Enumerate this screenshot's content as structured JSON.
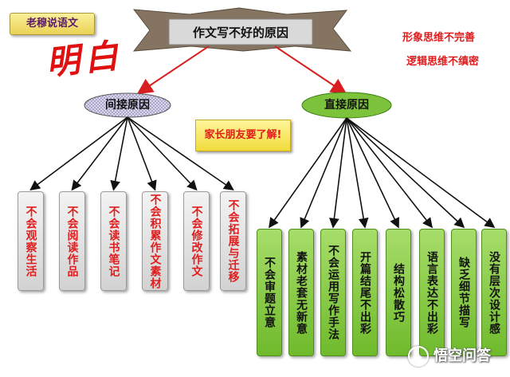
{
  "brand": "老穆说语文",
  "handwriting": "明白",
  "title": "作文写不好的原因",
  "notes": [
    "形象思维不完善",
    "逻辑思维不缜密"
  ],
  "parents_note": "家长朋友要了解!",
  "categories": {
    "indirect": {
      "label": "间接原因",
      "items": [
        "不会观察生活",
        "不会阅读作品",
        "不会读书笔记",
        "不会积累作文素材",
        "不会修改作文",
        "不会拓展与迁移"
      ]
    },
    "direct": {
      "label": "直接原因",
      "items": [
        "不会审题立意",
        "素材老套无新意",
        "不会运用写作手法",
        "开篇结尾不出彩",
        "结构松散巧",
        "语言表达不出彩",
        "缺乏细节描写",
        "没有层次设计感"
      ]
    }
  },
  "watermark": "悟空问答",
  "colors": {
    "red": "#e01b1b",
    "green": "#7cc23a",
    "gray": "#dcdcdc",
    "brown": "#857461",
    "yellow": "#f3df3f"
  }
}
